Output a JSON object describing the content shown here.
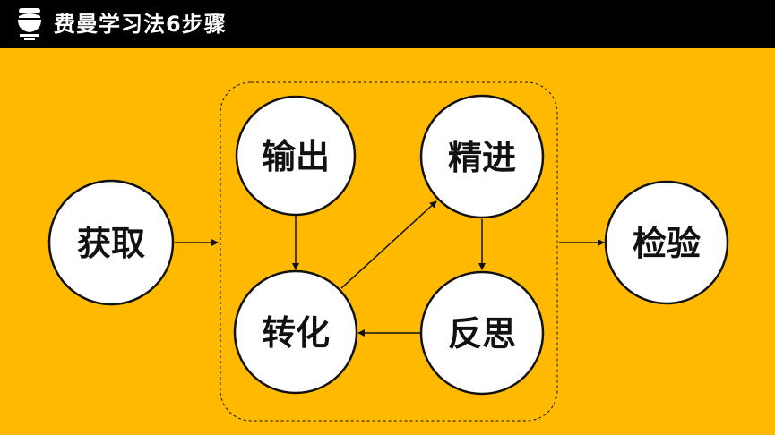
{
  "header": {
    "title": "费曼学习法6步骤",
    "logo_icon": "kettlebell-icon"
  },
  "nodes": {
    "acquire": "获取",
    "output": "输出",
    "refine": "精进",
    "transform": "转化",
    "reflect": "反思",
    "verify": "检验"
  },
  "colors": {
    "background": "#FFBA00",
    "header": "#000000",
    "node_fill": "#FFFFFF",
    "stroke": "#111111"
  }
}
